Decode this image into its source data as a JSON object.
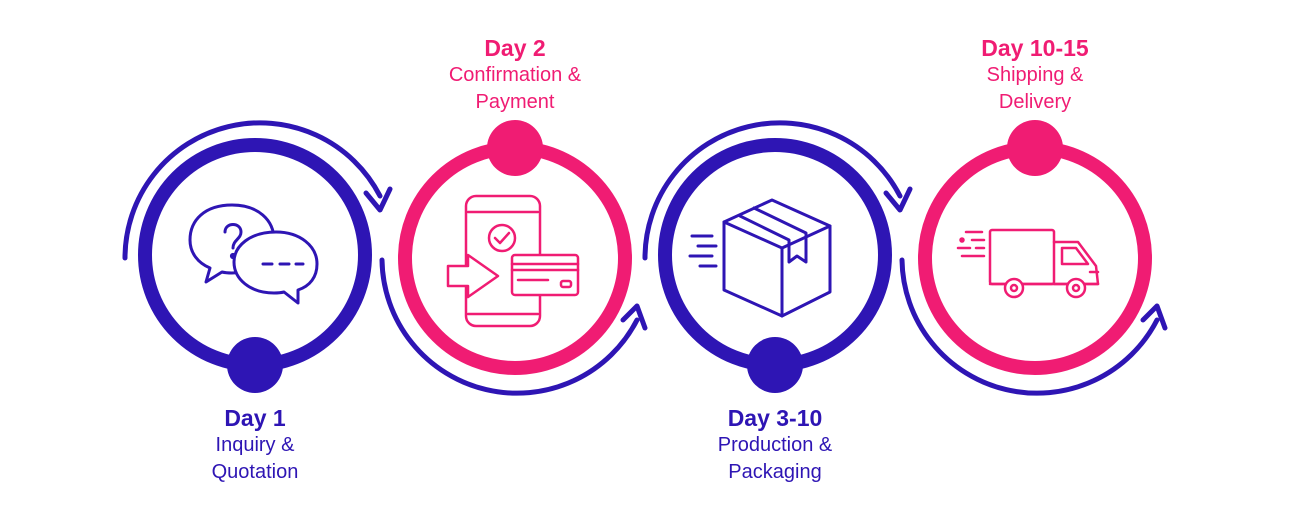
{
  "colors": {
    "purple": "#2e15b4",
    "pink": "#f01c73",
    "light_purple": "#4a2fc7"
  },
  "steps": [
    {
      "day": "Day 1",
      "desc_line1": "Inquiry &",
      "desc_line2": "Quotation",
      "color": "purple",
      "icon": "chat-question-icon"
    },
    {
      "day": "Day 2",
      "desc_line1": "Confirmation &",
      "desc_line2": "Payment",
      "color": "pink",
      "icon": "phone-card-payment-icon"
    },
    {
      "day": "Day 3-10",
      "desc_line1": "Production &",
      "desc_line2": "Packaging",
      "color": "purple",
      "icon": "box-package-icon"
    },
    {
      "day": "Day 10-15",
      "desc_line1": "Shipping &",
      "desc_line2": "Delivery",
      "color": "pink",
      "icon": "delivery-truck-icon"
    }
  ]
}
